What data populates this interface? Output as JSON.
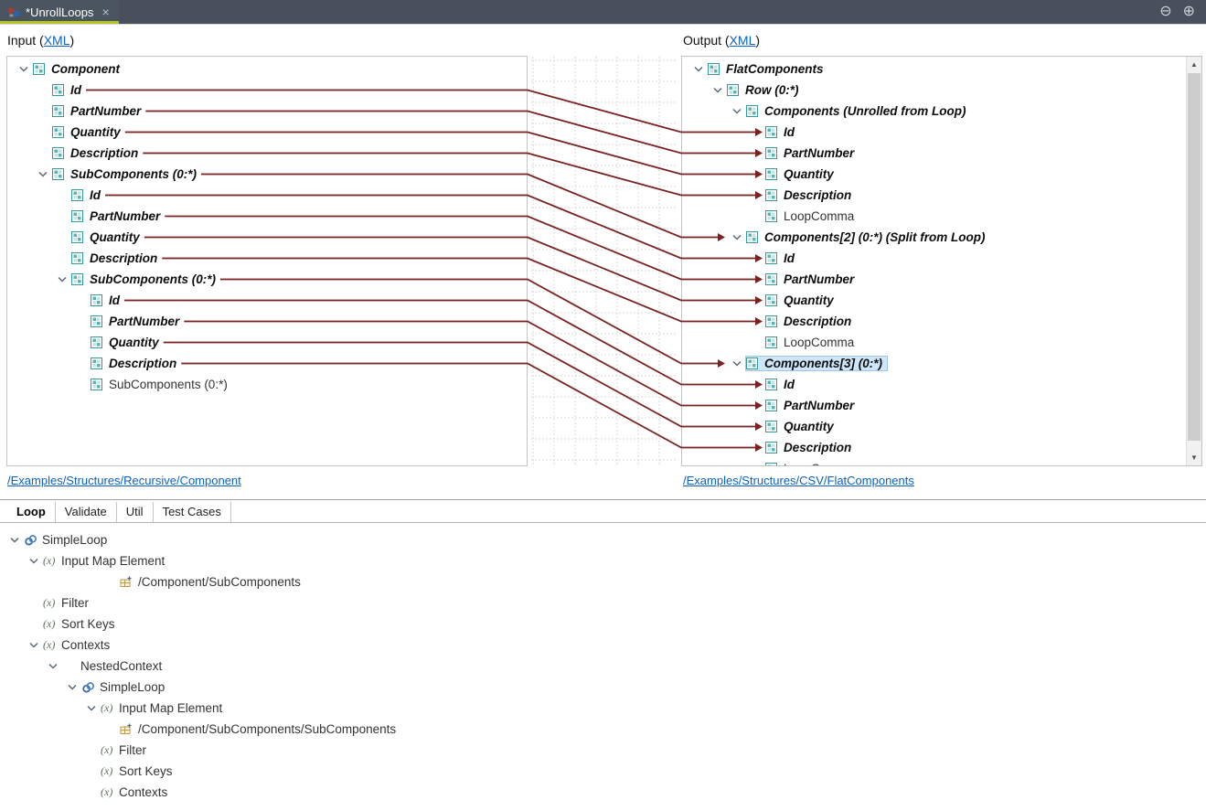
{
  "window": {
    "tab_title": "*UnrollLoops",
    "close_glyph": "×",
    "collapse_glyph": "⊖",
    "expand_glyph": "⊕"
  },
  "colors": {
    "accent_underline": "#b4c428",
    "map_line": "#7a2121",
    "link": "#0b61c4",
    "selection_bg": "#cfe5fa"
  },
  "icons": {
    "fx_glyph": "(x)"
  },
  "scrollbar": {
    "up": "▲",
    "down": "▼"
  },
  "input": {
    "header_prefix": "Input (",
    "header_link": "XML",
    "header_suffix": ")",
    "path_link": "/Examples/Structures/Recursive/Component",
    "tree": [
      {
        "label": "Component",
        "depth": 0,
        "chevron": true,
        "bold": true
      },
      {
        "label": "Id",
        "depth": 1,
        "bold": true,
        "line": "m1"
      },
      {
        "label": "PartNumber",
        "depth": 1,
        "bold": true,
        "line": "m2"
      },
      {
        "label": "Quantity",
        "depth": 1,
        "bold": true,
        "line": "m3"
      },
      {
        "label": "Description",
        "depth": 1,
        "bold": true,
        "line": "m4"
      },
      {
        "label": "SubComponents (0:*)",
        "depth": 1,
        "chevron": true,
        "bold": true,
        "line": "m5"
      },
      {
        "label": "Id",
        "depth": 2,
        "bold": true,
        "line": "m6"
      },
      {
        "label": "PartNumber",
        "depth": 2,
        "bold": true,
        "line": "m7"
      },
      {
        "label": "Quantity",
        "depth": 2,
        "bold": true,
        "line": "m8"
      },
      {
        "label": "Description",
        "depth": 2,
        "bold": true,
        "line": "m9"
      },
      {
        "label": "SubComponents (0:*)",
        "depth": 2,
        "chevron": true,
        "bold": true,
        "line": "m10"
      },
      {
        "label": "Id",
        "depth": 3,
        "bold": true,
        "line": "m11"
      },
      {
        "label": "PartNumber",
        "depth": 3,
        "bold": true,
        "line": "m12"
      },
      {
        "label": "Quantity",
        "depth": 3,
        "bold": true,
        "line": "m13"
      },
      {
        "label": "Description",
        "depth": 3,
        "bold": true,
        "line": "m14"
      },
      {
        "label": "SubComponents (0:*)",
        "depth": 3,
        "bold": false
      }
    ]
  },
  "output": {
    "header_prefix": "Output (",
    "header_link": "XML",
    "header_suffix": ")",
    "path_link": "/Examples/Structures/CSV/FlatComponents",
    "tree": [
      {
        "label": "FlatComponents",
        "depth": 0,
        "chevron": true,
        "bold": true
      },
      {
        "label": "Row (0:*)",
        "depth": 1,
        "chevron": true,
        "bold": true
      },
      {
        "label": "Components (Unrolled from Loop)",
        "depth": 2,
        "chevron": true,
        "bold": true
      },
      {
        "label": "Id",
        "depth": 3,
        "bold": true,
        "line": "m1"
      },
      {
        "label": "PartNumber",
        "depth": 3,
        "bold": true,
        "line": "m2"
      },
      {
        "label": "Quantity",
        "depth": 3,
        "bold": true,
        "line": "m3"
      },
      {
        "label": "Description",
        "depth": 3,
        "bold": true,
        "line": "m4"
      },
      {
        "label": "LoopComma",
        "depth": 3,
        "bold": false
      },
      {
        "label": "Components[2] (0:*) (Split from Loop)",
        "depth": 2,
        "chevron": true,
        "bold": true,
        "line": "m5"
      },
      {
        "label": "Id",
        "depth": 3,
        "bold": true,
        "line": "m6"
      },
      {
        "label": "PartNumber",
        "depth": 3,
        "bold": true,
        "line": "m7"
      },
      {
        "label": "Quantity",
        "depth": 3,
        "bold": true,
        "line": "m8"
      },
      {
        "label": "Description",
        "depth": 3,
        "bold": true,
        "line": "m9"
      },
      {
        "label": "LoopComma",
        "depth": 3,
        "bold": false
      },
      {
        "label": "Components[3] (0:*)",
        "depth": 2,
        "chevron": true,
        "bold": true,
        "selected": true,
        "line": "m10"
      },
      {
        "label": "Id",
        "depth": 3,
        "bold": true,
        "line": "m11"
      },
      {
        "label": "PartNumber",
        "depth": 3,
        "bold": true,
        "line": "m12"
      },
      {
        "label": "Quantity",
        "depth": 3,
        "bold": true,
        "line": "m13"
      },
      {
        "label": "Description",
        "depth": 3,
        "bold": true,
        "line": "m14"
      },
      {
        "label": "LoopComma",
        "depth": 3,
        "bold": false
      }
    ]
  },
  "bottom": {
    "tabs": [
      {
        "label": "Loop",
        "active": true
      },
      {
        "label": "Validate",
        "active": false
      },
      {
        "label": "Util",
        "active": false
      },
      {
        "label": "Test Cases",
        "active": false
      }
    ],
    "tree": [
      {
        "label": "SimpleLoop",
        "depth": 0,
        "chevron": true,
        "icon": "loop"
      },
      {
        "label": "Input Map Element",
        "depth": 1,
        "chevron": true,
        "icon": "fx"
      },
      {
        "label": "/Component/SubComponents",
        "depth": 5,
        "icon": "map"
      },
      {
        "label": "Filter",
        "depth": 1,
        "icon": "fx"
      },
      {
        "label": "Sort Keys",
        "depth": 1,
        "icon": "fx"
      },
      {
        "label": "Contexts",
        "depth": 1,
        "chevron": true,
        "icon": "fx"
      },
      {
        "label": "NestedContext",
        "depth": 2,
        "chevron": true,
        "icon": null
      },
      {
        "label": "SimpleLoop",
        "depth": 3,
        "chevron": true,
        "icon": "loop"
      },
      {
        "label": "Input Map Element",
        "depth": 4,
        "chevron": true,
        "icon": "fx"
      },
      {
        "label": "/Component/SubComponents/SubComponents",
        "depth": 5,
        "icon": "map"
      },
      {
        "label": "Filter",
        "depth": 4,
        "icon": "fx"
      },
      {
        "label": "Sort Keys",
        "depth": 4,
        "icon": "fx"
      },
      {
        "label": "Contexts",
        "depth": 4,
        "icon": "fx"
      }
    ]
  }
}
